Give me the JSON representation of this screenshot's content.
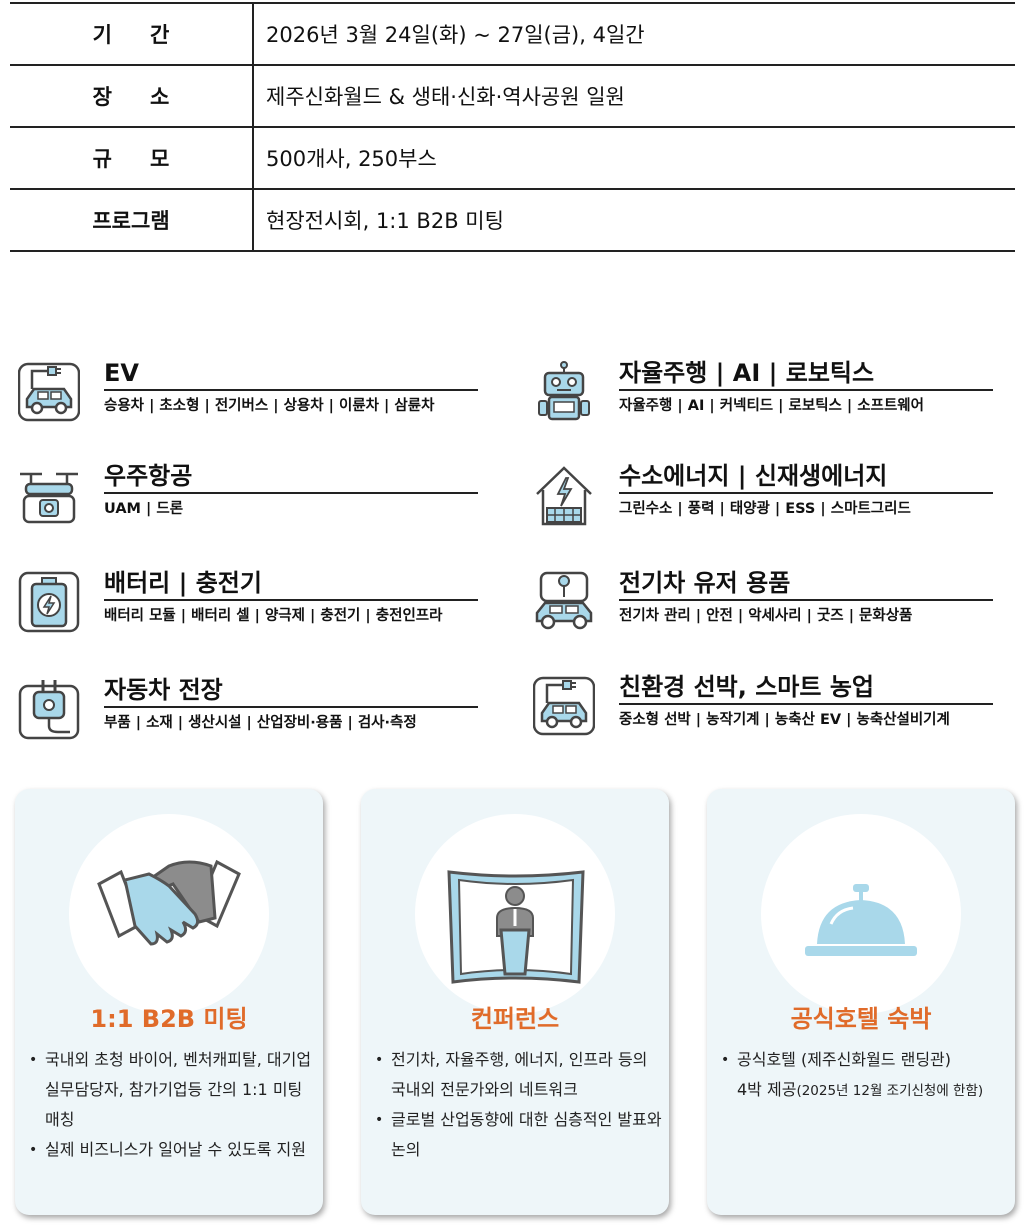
{
  "info_table": {
    "rows": [
      {
        "key": "기간",
        "value": "2026년 3월 24일(화) ~ 27일(금), 4일간"
      },
      {
        "key": "장소",
        "value": "제주신화월드 & 생태·신화·역사공원 일원"
      },
      {
        "key": "규모",
        "value": "500개사, 250부스"
      },
      {
        "key": "프로그램",
        "value": "현장전시회, 1:1 B2B 미팅"
      }
    ]
  },
  "categories": [
    {
      "title": "EV",
      "sub": "승용차 | 초소형 | 전기버스 | 상용차 | 이륜차 | 삼륜차",
      "icon": "ev-car-charger-icon"
    },
    {
      "title": "자율주행 | AI | 로보틱스",
      "sub": "자율주행 | AI | 커넥티드 | 로보틱스 | 소프트웨어",
      "icon": "robot-icon"
    },
    {
      "title": "우주항공",
      "sub": "UAM | 드론",
      "icon": "drone-icon"
    },
    {
      "title": "수소에너지 | 신재생에너지",
      "sub": "그린수소 | 풍력 | 태양광 | ESS | 스마트그리드",
      "icon": "solar-house-icon"
    },
    {
      "title": "배터리 | 충전기",
      "sub": "배터리 모듈 | 배터리 셀 | 양극제 | 충전기 | 충전인프라",
      "icon": "battery-icon"
    },
    {
      "title": "전기차 유저 용품",
      "sub": "전기차 관리 | 안전 | 악세사리 | 굿즈 | 문화상품",
      "icon": "car-accessory-icon"
    },
    {
      "title": "자동차 전장",
      "sub": "부품 | 소재 | 생산시설 | 산업장비·용품 | 검사·측정",
      "icon": "plug-icon"
    },
    {
      "title": "친환경 선박, 스마트 농업",
      "sub": "중소형 선박 | 농작기계 | 농축산 EV | 농축산설비기계",
      "icon": "ev-car-charger-icon"
    }
  ],
  "cards": [
    {
      "title": "1:1  B2B 미팅",
      "icon": "handshake-icon",
      "items": [
        "국내외 초청 바이어, 벤처캐피탈, 대기업 실무담당자, 참가기업등 간의 1:1 미팅 매칭",
        "실제 비즈니스가 일어날 수 있도록 지원"
      ]
    },
    {
      "title": "컨퍼런스",
      "icon": "conference-speaker-icon",
      "items": [
        "전기차, 자율주행, 에너지, 인프라 등의 국내외 전문가와의 네트워크",
        "글로벌 산업동향에 대한 심층적인 발표와 논의"
      ]
    },
    {
      "title": "공식호텔 숙박",
      "icon": "service-bell-icon",
      "items_main": "공식호텔 (제주신화월드 랜딩관)",
      "items_cont": "4박 제공",
      "items_note": "(2025년 12월 조기신청에 한함)"
    }
  ],
  "colors": {
    "accent": "#e06b2a",
    "icon_fill": "#a9d8ea",
    "card_bg": "#eef6f9",
    "icon_stroke": "#444444"
  }
}
